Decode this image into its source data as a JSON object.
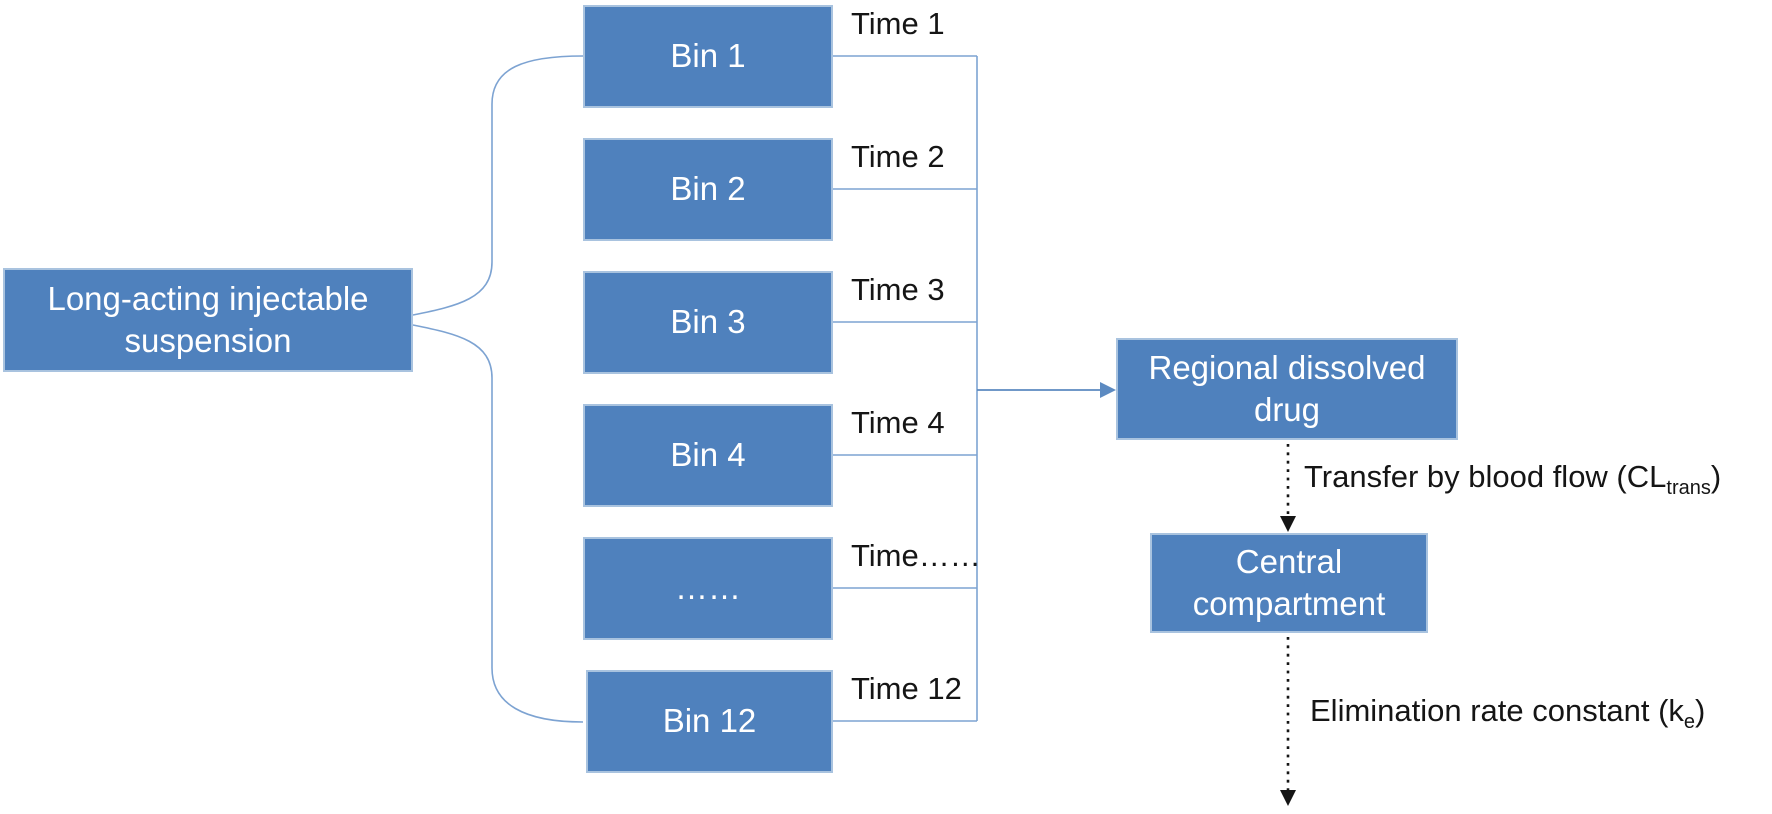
{
  "diagram": {
    "source_box": {
      "label": "Long-acting injectable suspension"
    },
    "bins": [
      {
        "label": "Bin 1",
        "time": "Time 1"
      },
      {
        "label": "Bin 2",
        "time": "Time 2"
      },
      {
        "label": "Bin 3",
        "time": "Time 3"
      },
      {
        "label": "Bin 4",
        "time": "Time 4"
      },
      {
        "label": "……",
        "time": "Time……"
      },
      {
        "label": "Bin 12",
        "time": "Time 12"
      }
    ],
    "regional_box": {
      "label": "Regional dissolved drug"
    },
    "central_box": {
      "label": "Central compartment"
    },
    "transfer_label": {
      "text": "Transfer by blood flow (CL",
      "sub": "trans",
      "suffix": ")"
    },
    "elimination_label": {
      "text": "Elimination rate constant (k",
      "sub": "e",
      "suffix": ")"
    },
    "colors": {
      "box_fill": "#4f81bd",
      "box_border": "#a9c3df",
      "connector_blue": "#7da3d2",
      "arrow_blue": "#5c8ac1",
      "annotation_black": "#151515",
      "box_text": "#ffffff"
    }
  }
}
